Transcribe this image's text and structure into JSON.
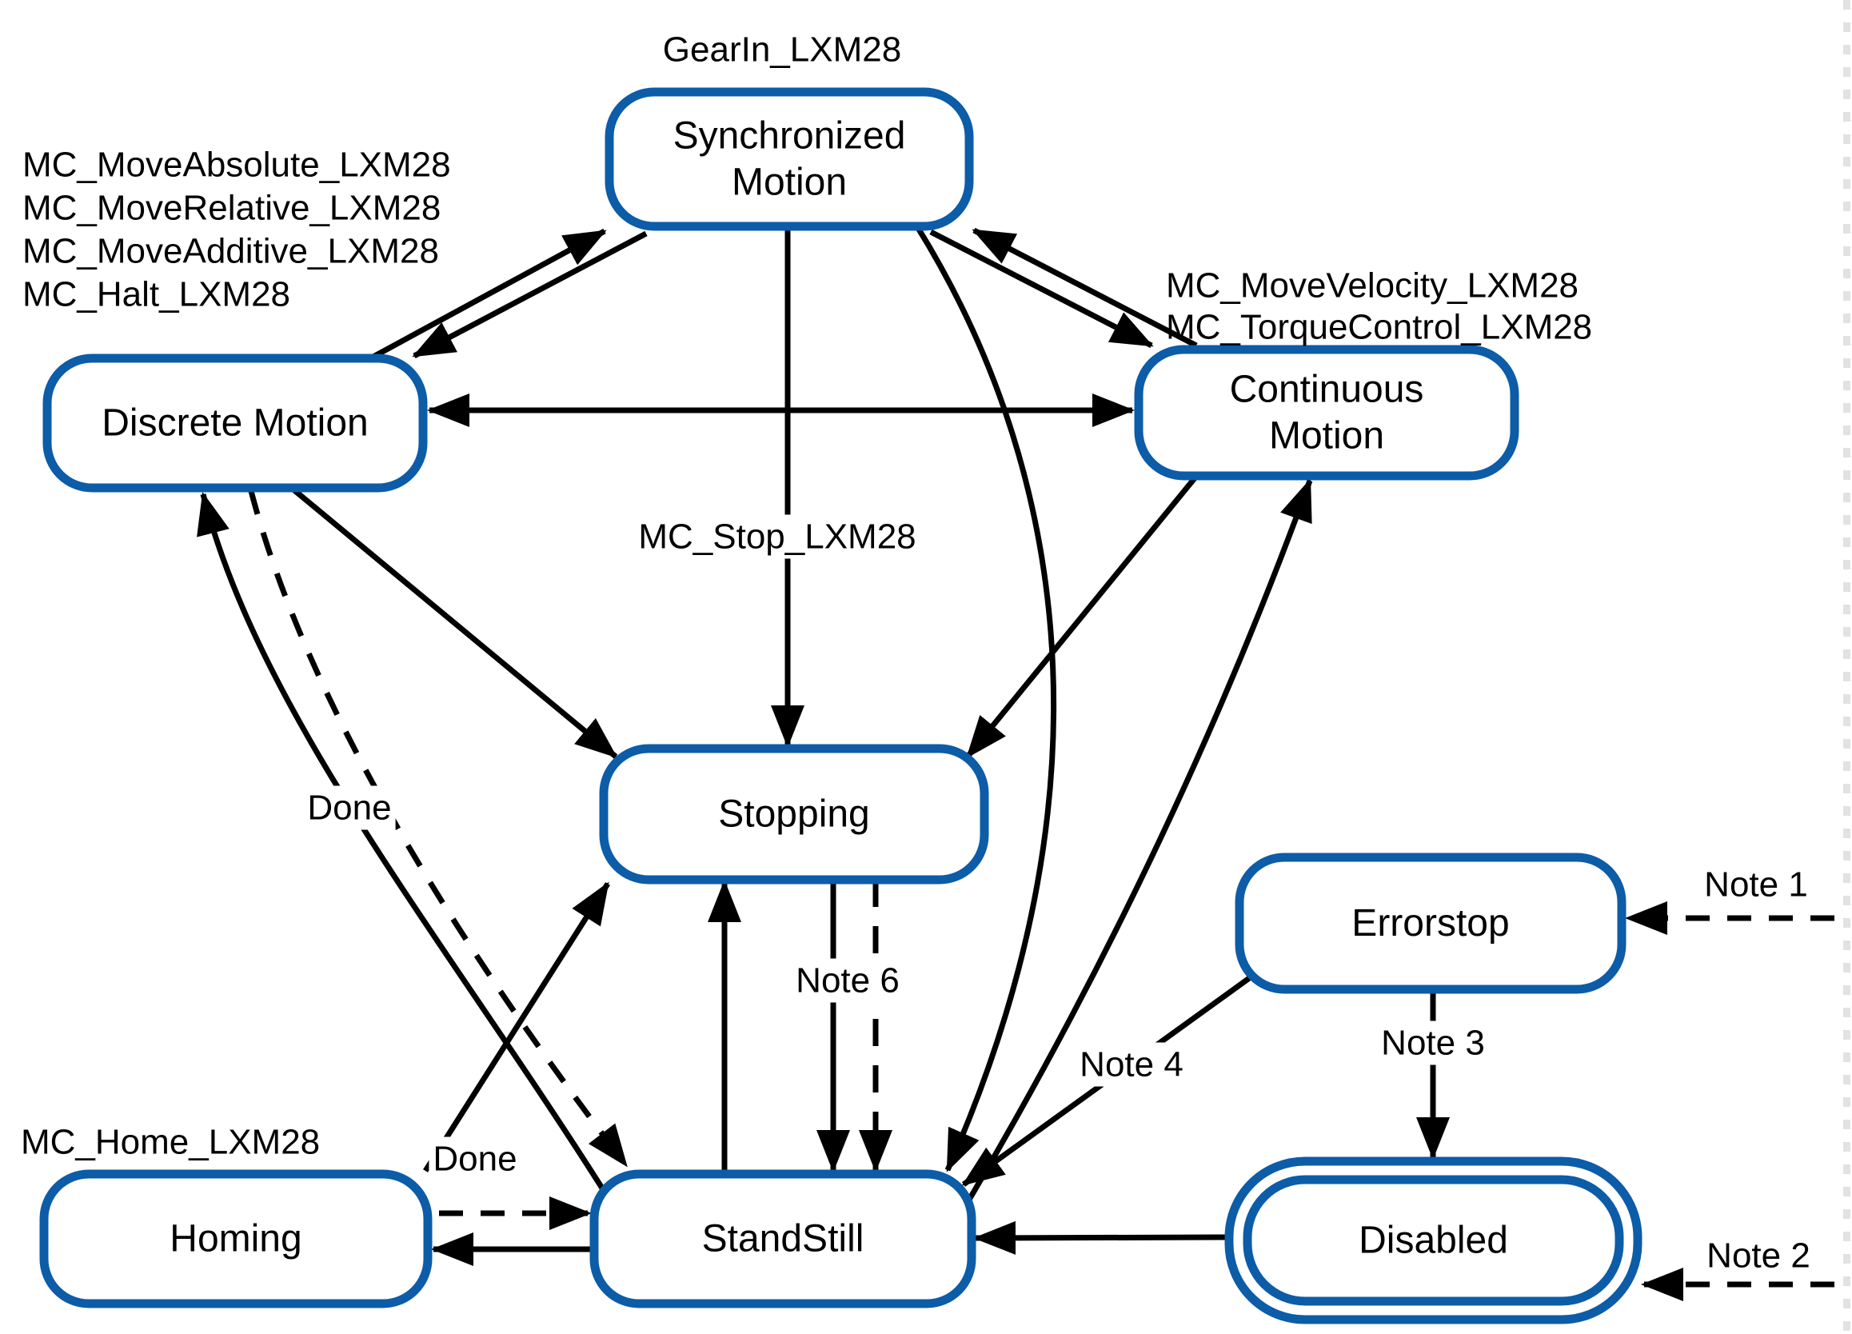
{
  "diagram": {
    "type": "state-machine",
    "colors": {
      "node_border": "#0c5ca8",
      "node_fill": "#ffffff",
      "line": "#000000",
      "text": "#000000",
      "background": "#ffffff"
    },
    "nodes": [
      {
        "id": "sync",
        "label": "Synchronized Motion",
        "lines": [
          "Synchronized",
          "Motion"
        ],
        "double_border": false
      },
      {
        "id": "discrete",
        "label": "Discrete Motion",
        "lines": [
          "Discrete Motion"
        ],
        "double_border": false
      },
      {
        "id": "continuous",
        "label": "Continuous Motion",
        "lines": [
          "Continuous",
          "Motion"
        ],
        "double_border": false
      },
      {
        "id": "stopping",
        "label": "Stopping",
        "lines": [
          "Stopping"
        ],
        "double_border": false
      },
      {
        "id": "errorstop",
        "label": "Errorstop",
        "lines": [
          "Errorstop"
        ],
        "double_border": false
      },
      {
        "id": "homing",
        "label": "Homing",
        "lines": [
          "Homing"
        ],
        "double_border": false
      },
      {
        "id": "standstill",
        "label": "StandStill",
        "lines": [
          "StandStill"
        ],
        "double_border": false
      },
      {
        "id": "disabled",
        "label": "Disabled",
        "lines": [
          "Disabled"
        ],
        "double_border": true
      }
    ],
    "annotations": [
      {
        "id": "gearin",
        "text": "GearIn_LXM28"
      },
      {
        "id": "mc_left",
        "text_lines": [
          "MC_MoveAbsolute_LXM28",
          "MC_MoveRelative_LXM28",
          "MC_MoveAdditive_LXM28",
          "MC_Halt_LXM28"
        ]
      },
      {
        "id": "mc_right",
        "text_lines": [
          "MC_MoveVelocity_LXM28",
          "MC_TorqueControl_LXM28"
        ]
      },
      {
        "id": "mc_stop",
        "text": "MC_Stop_LXM28"
      },
      {
        "id": "mc_home",
        "text": "MC_Home_LXM28"
      },
      {
        "id": "done_discrete",
        "text": "Done"
      },
      {
        "id": "done_homing",
        "text": "Done"
      },
      {
        "id": "note1",
        "text": "Note 1"
      },
      {
        "id": "note2",
        "text": "Note 2"
      },
      {
        "id": "note3",
        "text": "Note 3"
      },
      {
        "id": "note4",
        "text": "Note 4"
      },
      {
        "id": "note6",
        "text": "Note 6"
      }
    ],
    "edges": [
      {
        "id": "discrete_sync",
        "from": "discrete",
        "to": "sync",
        "style": "solid",
        "label": ""
      },
      {
        "id": "sync_discrete",
        "from": "sync",
        "to": "discrete",
        "style": "solid",
        "label": ""
      },
      {
        "id": "continuous_sync",
        "from": "continuous",
        "to": "sync",
        "style": "solid",
        "label": ""
      },
      {
        "id": "sync_continuous",
        "from": "sync",
        "to": "continuous",
        "style": "solid",
        "label": ""
      },
      {
        "id": "discrete_continuous",
        "from": "discrete",
        "to": "continuous",
        "style": "solid",
        "bidirectional": true,
        "label": ""
      },
      {
        "id": "sync_stopping",
        "from": "sync",
        "to": "stopping",
        "style": "solid",
        "label": "MC_Stop_LXM28"
      },
      {
        "id": "discrete_stopping",
        "from": "discrete",
        "to": "stopping",
        "style": "solid",
        "label": ""
      },
      {
        "id": "continuous_stopping",
        "from": "continuous",
        "to": "stopping",
        "style": "solid",
        "label": ""
      },
      {
        "id": "homing_stopping",
        "from": "homing",
        "to": "stopping",
        "style": "solid",
        "label": ""
      },
      {
        "id": "standstill_stopping",
        "from": "standstill",
        "to": "stopping",
        "style": "solid",
        "label": ""
      },
      {
        "id": "stopping_standstill",
        "from": "stopping",
        "to": "standstill",
        "style": "solid",
        "label": ""
      },
      {
        "id": "stopping_standstill_n6",
        "from": "stopping",
        "to": "standstill",
        "style": "dashed",
        "label": "Note 6"
      },
      {
        "id": "standstill_discrete",
        "from": "standstill",
        "to": "discrete",
        "style": "solid",
        "label": ""
      },
      {
        "id": "discrete_standstill",
        "from": "discrete",
        "to": "standstill",
        "style": "dashed",
        "label": "Done"
      },
      {
        "id": "sync_standstill",
        "from": "sync",
        "to": "standstill",
        "style": "solid",
        "label": ""
      },
      {
        "id": "standstill_continuous",
        "from": "standstill",
        "to": "continuous",
        "style": "solid",
        "label": ""
      },
      {
        "id": "errorstop_standstill",
        "from": "errorstop",
        "to": "standstill",
        "style": "solid",
        "label": "Note 4"
      },
      {
        "id": "errorstop_disabled",
        "from": "errorstop",
        "to": "disabled",
        "style": "solid",
        "label": "Note 3"
      },
      {
        "id": "disabled_standstill",
        "from": "disabled",
        "to": "standstill",
        "style": "solid",
        "label": ""
      },
      {
        "id": "standstill_homing",
        "from": "standstill",
        "to": "homing",
        "style": "solid",
        "label": ""
      },
      {
        "id": "homing_standstill",
        "from": "homing",
        "to": "standstill",
        "style": "dashed",
        "label": "Done"
      },
      {
        "id": "note1_errorstop",
        "from": "",
        "to": "errorstop",
        "style": "dashed",
        "label": "Note 1"
      },
      {
        "id": "note2_disabled",
        "from": "",
        "to": "disabled",
        "style": "dashed",
        "label": "Note 2"
      }
    ]
  }
}
